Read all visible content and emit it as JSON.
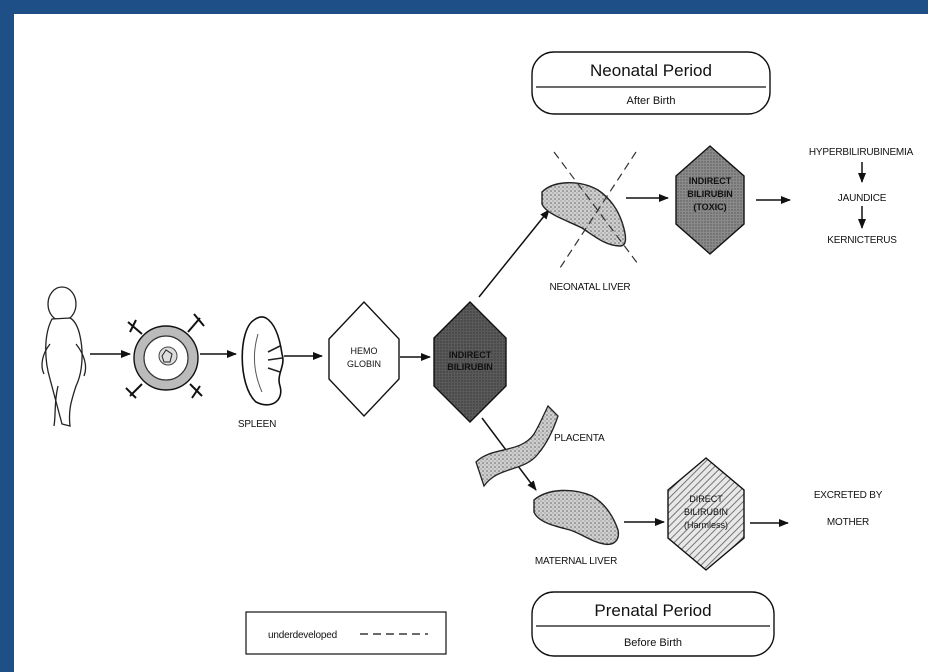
{
  "neonatal_period": {
    "title": "Neonatal Period",
    "subtitle": "After Birth"
  },
  "prenatal_period": {
    "title": "Prenatal Period",
    "subtitle": "Before Birth"
  },
  "labels": {
    "spleen": "SPLEEN",
    "neonatal_liver": "NEONATAL LIVER",
    "maternal_liver": "MATERNAL LIVER",
    "placenta": "PLACENTA"
  },
  "hemoglobin": {
    "line1": "HEMO",
    "line2": "GLOBIN"
  },
  "indirect_bilirubin_center": {
    "line1": "INDIRECT",
    "line2": "BILIRUBIN"
  },
  "indirect_bilirubin_toxic": {
    "line1": "INDIRECT",
    "line2": "BILIRUBIN",
    "line3": "(TOXIC)"
  },
  "direct_bilirubin": {
    "line1": "DIRECT",
    "line2": "BILIRUBIN",
    "line3": "(Harmless)"
  },
  "outcomes_neonatal": [
    "HYPERBILIRUBINEMIA",
    "JAUNDICE",
    "KERNICTERUS"
  ],
  "outcome_prenatal": {
    "line1": "EXCRETED BY",
    "line2": "MOTHER"
  },
  "legend": {
    "label": "underdeveloped"
  },
  "colors": {
    "frame": "#1e4f86",
    "dark_fill": "#555555",
    "medium_fill": "#888888",
    "hatch": "#7a7a7a",
    "ink": "#111111"
  }
}
